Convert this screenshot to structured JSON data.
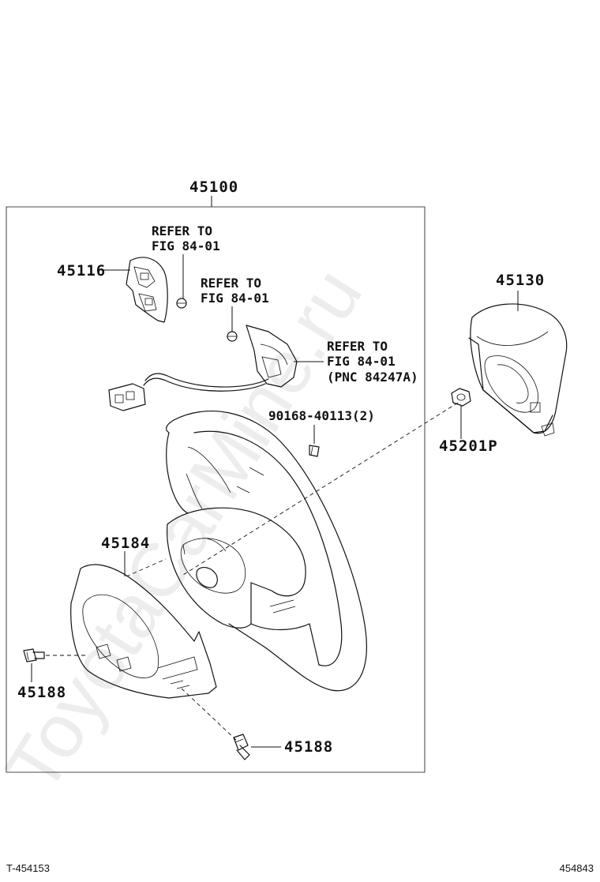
{
  "watermark": "ToyotaCarMine.ru",
  "group_label": "45100",
  "callouts": {
    "p45116": "45116",
    "p45130": "45130",
    "p45201p": "45201P",
    "p90168": "90168-40113(2)",
    "p45184": "45184",
    "p45188_left": "45188",
    "p45188_bottom": "45188"
  },
  "references": {
    "ref1_line1": "REFER TO",
    "ref1_line2": "FIG 84-01",
    "ref2_line1": "REFER TO",
    "ref2_line2": "FIG 84-01",
    "ref3_line1": "REFER TO",
    "ref3_line2": "FIG 84-01",
    "ref3_line3": "(PNC 84247A)"
  },
  "footer": {
    "left_code": "T-454153",
    "right_code": "454843"
  }
}
